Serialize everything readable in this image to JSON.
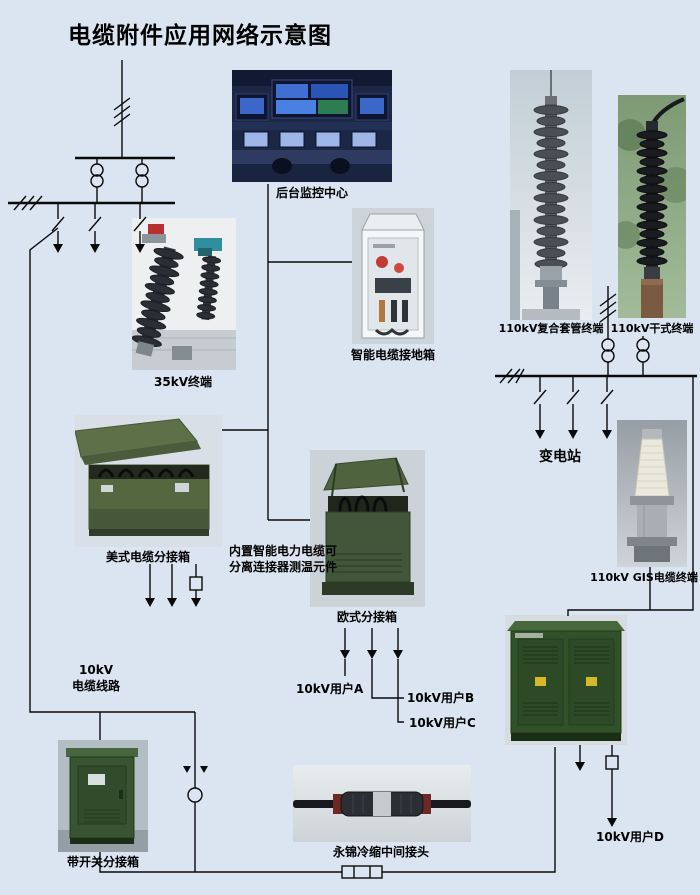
{
  "title": "电缆附件应用网络示意图",
  "labels": {
    "monitoring_center": "后台监控中心",
    "composite_terminal": "110kV复合套管终端",
    "dry_terminal": "110kV干式终端",
    "terminal_35kv": "35kV终端",
    "smart_grounding_box": "智能电缆接地箱",
    "american_tap_box": "美式电缆分接箱",
    "note_line1": "内置智能电力电缆可",
    "note_line2": "分离连接器测温元件",
    "european_tap_box": "欧式分接箱",
    "substation": "变电站",
    "gis_terminal": "110kV GIS电缆终端",
    "cable_line_line1": "10kV",
    "cable_line_line2": "电缆线路",
    "user_a": "10kV用户A",
    "user_b": "10kV用户B",
    "user_c": "10kV用户C",
    "user_d": "10kV用户D",
    "switch_tap_box": "带开关分接箱",
    "cold_shrink_joint": "永锦冷缩中间接头"
  },
  "colors": {
    "background": "#dbe5f1",
    "line": "#0a0a0a",
    "cabinet_green": "#315129"
  }
}
